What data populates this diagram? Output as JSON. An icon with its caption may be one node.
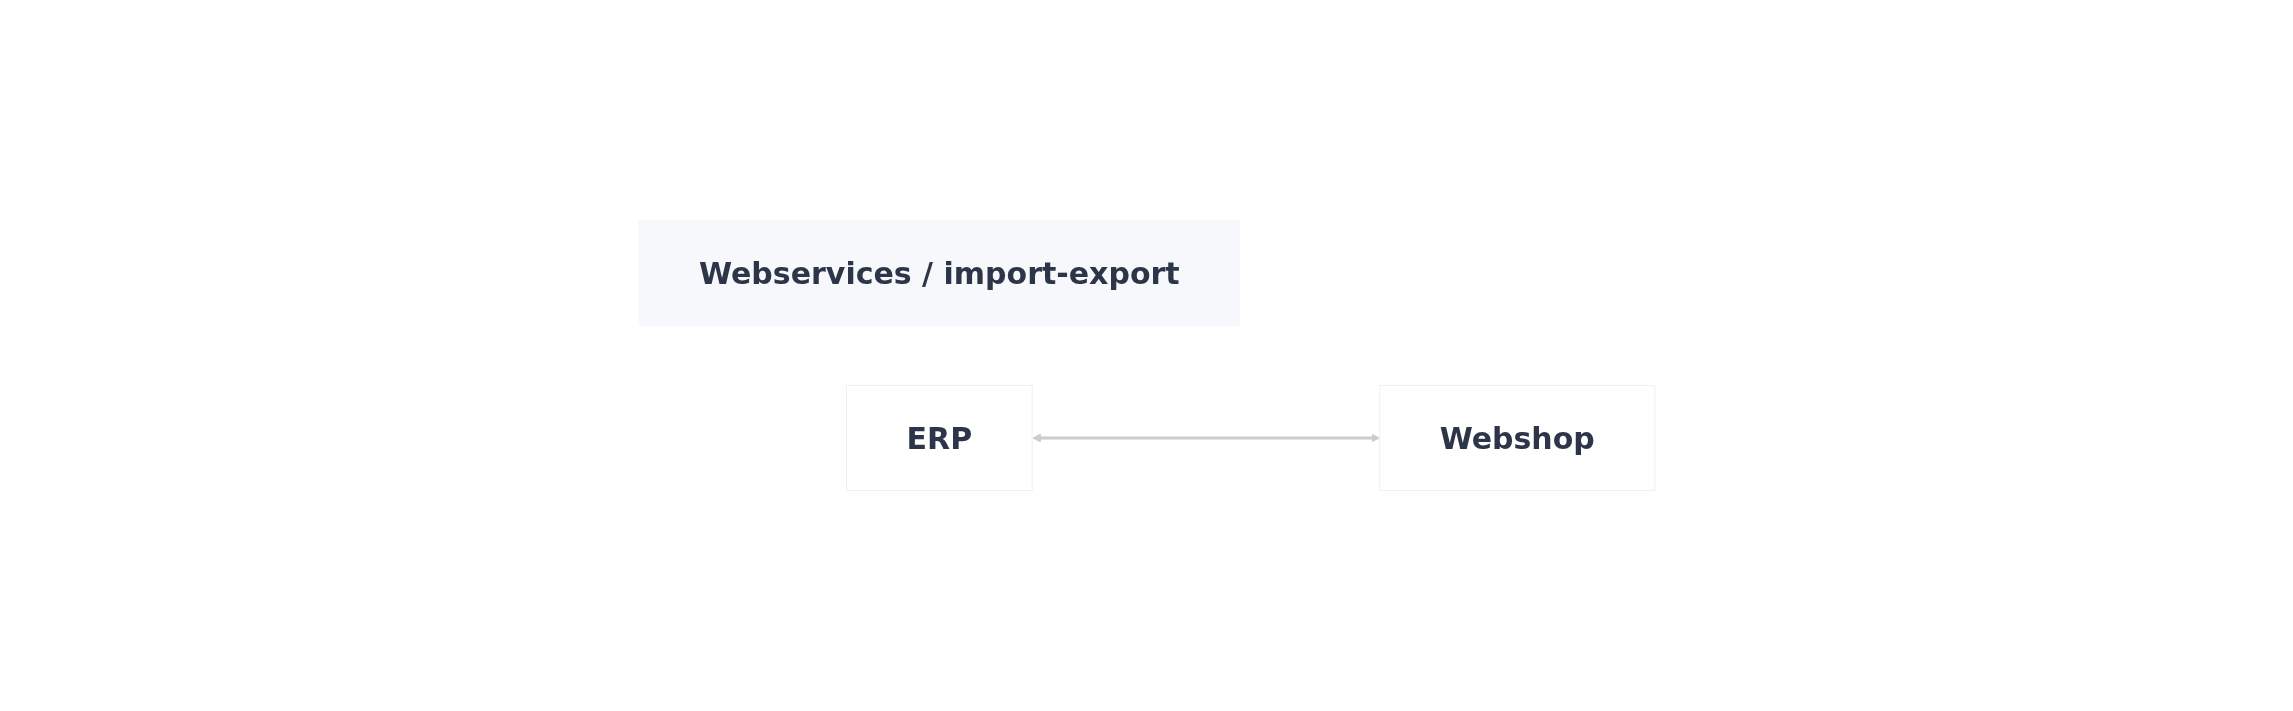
{
  "diagram": {
    "nodes": [
      {
        "text": [
          "Webservices / import-export"
        ]
      },
      {
        "text": [
          "ERP"
        ]
      },
      {
        "text": [
          "Webshop"
        ]
      }
    ],
    "edges": [
      {
        "from": 1,
        "to": 2,
        "arrow": "both",
        "color": "#cccccc"
      }
    ]
  }
}
